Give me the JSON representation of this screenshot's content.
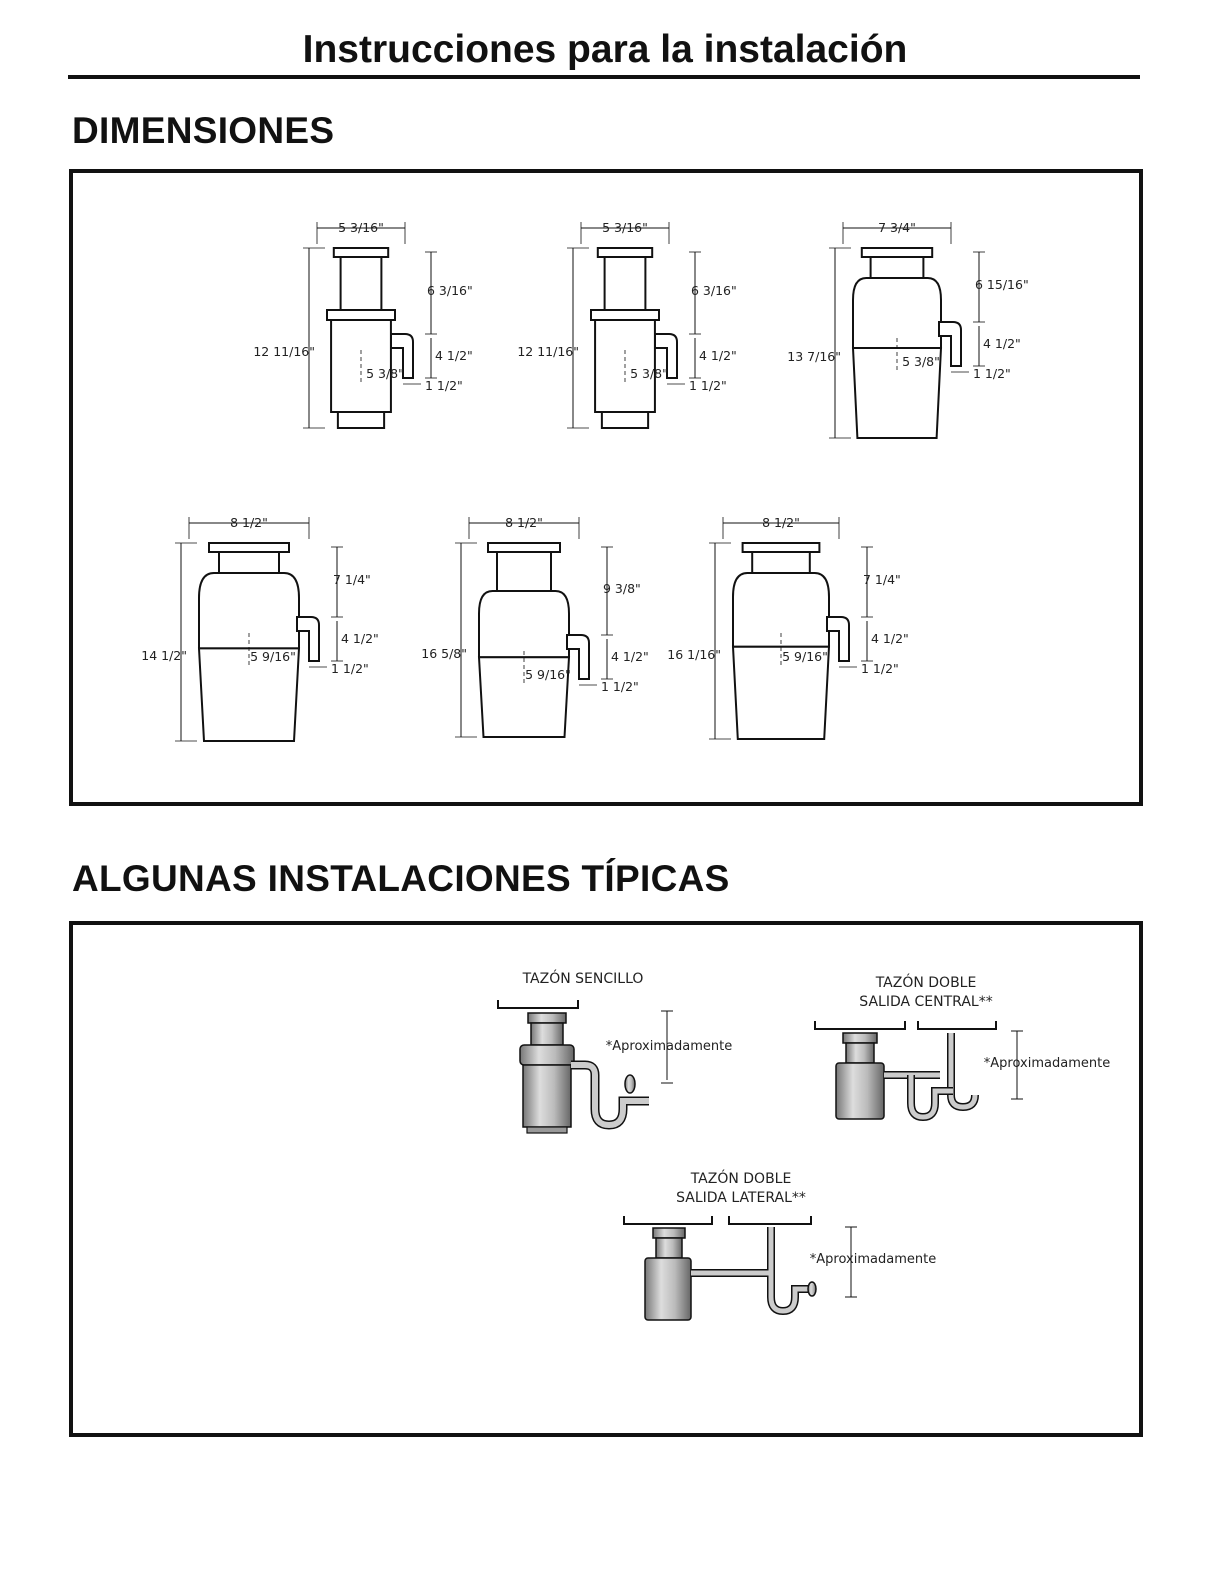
{
  "page_title": "Instrucciones para la instalación",
  "sections": {
    "dimensions": {
      "heading": "DIMENSIONES",
      "units": [
        {
          "width": "5 3/16\"",
          "height": "12 11/16\"",
          "inlet": "6 3/16\"",
          "outlet_drop": "4 1/2\"",
          "outlet_dia": "1 1/2\"",
          "offset": "5 3/8\""
        },
        {
          "width": "5 3/16\"",
          "height": "12 11/16\"",
          "inlet": "6 3/16\"",
          "outlet_drop": "4 1/2\"",
          "outlet_dia": "1 1/2\"",
          "offset": "5 3/8\""
        },
        {
          "width": "7 3/4\"",
          "height": "13 7/16\"",
          "inlet": "6 15/16\"",
          "outlet_drop": "4 1/2\"",
          "outlet_dia": "1 1/2\"",
          "offset": "5 3/8\""
        },
        {
          "width": "8 1/2\"",
          "height": "14 1/2\"",
          "inlet": "7 1/4\"",
          "outlet_drop": "4 1/2\"",
          "outlet_dia": "1 1/2\"",
          "offset": "5 9/16\""
        },
        {
          "width": "8 1/2\"",
          "height": "16 5/8\"",
          "inlet": "9 3/8\"",
          "outlet_drop": "4 1/2\"",
          "outlet_dia": "1 1/2\"",
          "offset": "5 9/16\""
        },
        {
          "width": "8 1/2\"",
          "height": "16 1/16\"",
          "inlet": "7 1/4\"",
          "outlet_drop": "4 1/2\"",
          "outlet_dia": "1 1/2\"",
          "offset": "5 9/16\""
        }
      ]
    },
    "installations": {
      "heading": "ALGUNAS INSTALACIONES TÍPICAS",
      "single": {
        "caption": "TAZÓN SENCILLO",
        "note": "*Aproximadamente"
      },
      "double_center": {
        "caption_line1": "TAZÓN DOBLE",
        "caption_line2": "SALIDA CENTRAL**",
        "note": "*Aproximadamente"
      },
      "double_side": {
        "caption_line1": "TAZÓN DOBLE",
        "caption_line2": "SALIDA LATERAL**",
        "note": "*Aproximadamente"
      }
    }
  }
}
